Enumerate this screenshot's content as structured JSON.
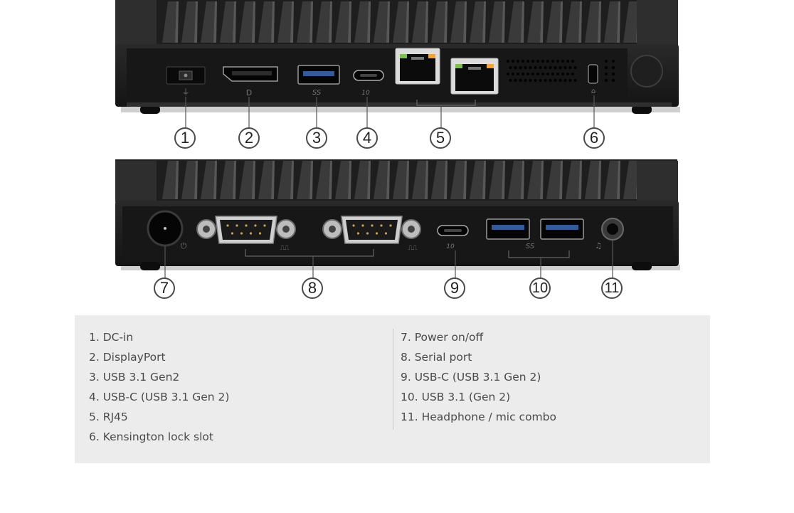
{
  "callouts": [
    "1",
    "2",
    "3",
    "4",
    "5",
    "6",
    "7",
    "8",
    "9",
    "10",
    "11"
  ],
  "legend": {
    "left": [
      "1. DC-in",
      "2. DisplayPort",
      "3. USB 3.1 Gen2",
      "4. USB-C (USB 3.1 Gen 2)",
      "5. RJ45",
      "6. Kensington lock slot"
    ],
    "right": [
      "7. Power on/off",
      "8. Serial port",
      "9. USB-C (USB 3.1 Gen 2)",
      "10. USB 3.1 (Gen 2)",
      "11. Headphone / mic combo"
    ]
  },
  "port_marks": {
    "usb_ss": "SS",
    "usb_10": "10"
  },
  "colors": {
    "device_body": "#242424",
    "device_panel": "#161616",
    "fin": "#383838",
    "legend_bg": "#ececec",
    "text": "#4a4a4a"
  }
}
